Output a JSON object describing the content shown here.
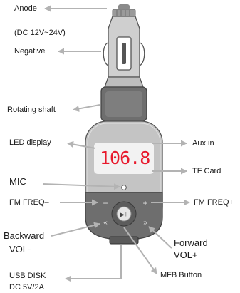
{
  "labels": {
    "anode": "Anode",
    "voltage": "(DC 12V~24V)",
    "negative": "Negative",
    "rotating_shaft": "Rotating shaft",
    "led_display": "LED display",
    "aux_in": "Aux  in",
    "tf_card": "TF Card",
    "mic": "MIC",
    "fm_freq_minus": "FM  FREQ–",
    "fm_freq_plus": "FM  FREQ+",
    "backward": "Backward",
    "vol_minus": "VOL-",
    "forward": "Forward",
    "vol_plus": "VOL+",
    "usb_disk": "USB DISK",
    "usb_power": "DC  5V/2A",
    "mfb_button": "MFB Button"
  },
  "display": {
    "frequency": "106.8"
  },
  "colors": {
    "led": "#e8192c",
    "body_grey": "#bfbfbf",
    "dark_grey": "#6e6e6e",
    "arrow_grey": "#b3b3b3"
  }
}
